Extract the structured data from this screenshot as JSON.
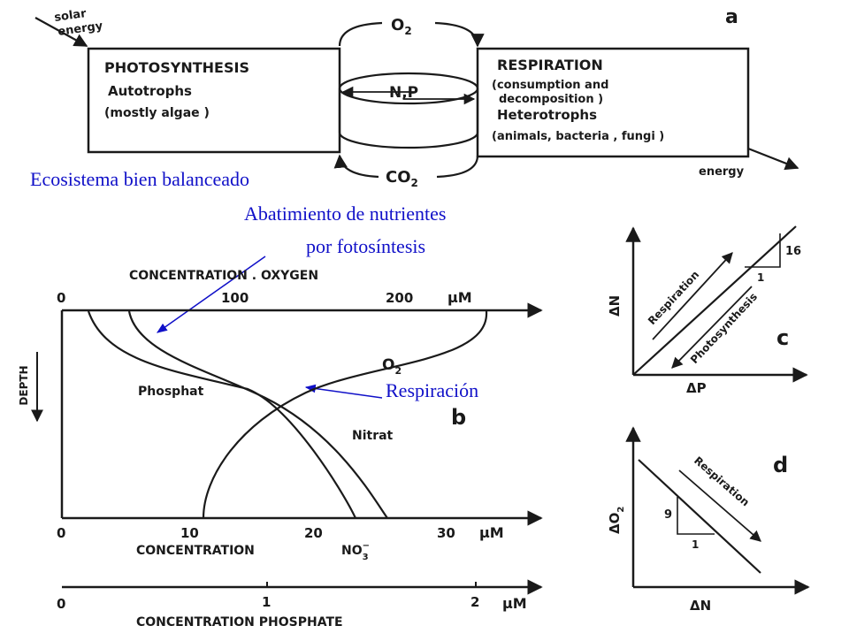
{
  "cycle": {
    "solar_energy_1": "solar",
    "solar_energy_2": "energy",
    "label_a": "a",
    "o2": "O",
    "o2_sub": "2",
    "np": "N,P",
    "co2": "CO",
    "co2_sub": "2",
    "energy_out": "energy",
    "photo_title": "PHOTOSYNTHESIS",
    "photo_line1": "Autotrophs",
    "photo_line2": "(mostly  algae )",
    "resp_title": "RESPIRATION",
    "resp_line1": "(consumption  and",
    "resp_line2": "decomposition )",
    "resp_line3": "Heterotrophs",
    "resp_line4": "(animals, bacteria , fungi )"
  },
  "annotations": {
    "balanced": "Ecosistema bien balanceado",
    "depletion_1": "Abatimiento de nutrientes",
    "depletion_2": "por fotosíntesis",
    "respiration": "Respiración"
  },
  "profile": {
    "label_b": "b",
    "oxygen_axis_title": "CONCENTRATION . OXYGEN",
    "oxygen_ticks": [
      "0",
      "100",
      "200"
    ],
    "oxygen_unit": "μM",
    "depth_label": "DEPTH",
    "phosphat_label": "Phosphat",
    "nitrat_label": "Nitrat",
    "o2_label": "O",
    "o2_sub": "2",
    "nitrate_ticks": [
      "0",
      "10",
      "20",
      "30"
    ],
    "nitrate_unit": "μM",
    "nitrate_axis_title": "CONCENTRATION",
    "nitrate_species": "NO",
    "nitrate_species_sup": "3",
    "nitrate_species_sub": "−",
    "phosphate_ticks": [
      "0",
      "1",
      "2"
    ],
    "phosphate_unit": "μM",
    "phosphate_axis_title": "CONCENTRATION      PHOSPHATE"
  },
  "panel_c": {
    "label": "c",
    "y_label": "ΔN",
    "x_label": "ΔP",
    "ratio_rise": "16",
    "ratio_run": "1",
    "arrow_up": "Respiration",
    "arrow_down": "Photosynthesis"
  },
  "panel_d": {
    "label": "d",
    "y_label": "ΔO",
    "y_sub": "2",
    "x_label": "ΔN",
    "ratio_rise": "9",
    "ratio_run": "1",
    "arrow": "Respiration"
  }
}
